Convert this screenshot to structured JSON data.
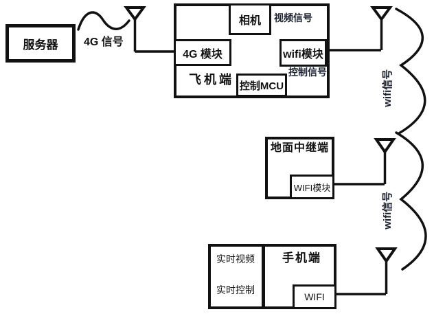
{
  "server": {
    "label": "服务器"
  },
  "signals": {
    "g4": "4G 信号",
    "wifi_top": "wifi信号",
    "wifi_bottom": "wifi信号"
  },
  "aircraft": {
    "label": "飞机端",
    "camera": "相机",
    "module_4g": "4G 模块",
    "wifi_module": "wifi模块",
    "mcu": "控制MCU",
    "video_signal": "视频信号",
    "control_signal": "控制信号"
  },
  "relay": {
    "label": "地面中继端",
    "wifi_module": "WIFI模块"
  },
  "phone": {
    "label": "手机端",
    "wifi": "WIFI",
    "realtime_video": "实时视频",
    "realtime_control": "实时控制"
  },
  "colors": {
    "line": "#111111",
    "signal_text": "#1b2130",
    "background": "#ffffff"
  }
}
